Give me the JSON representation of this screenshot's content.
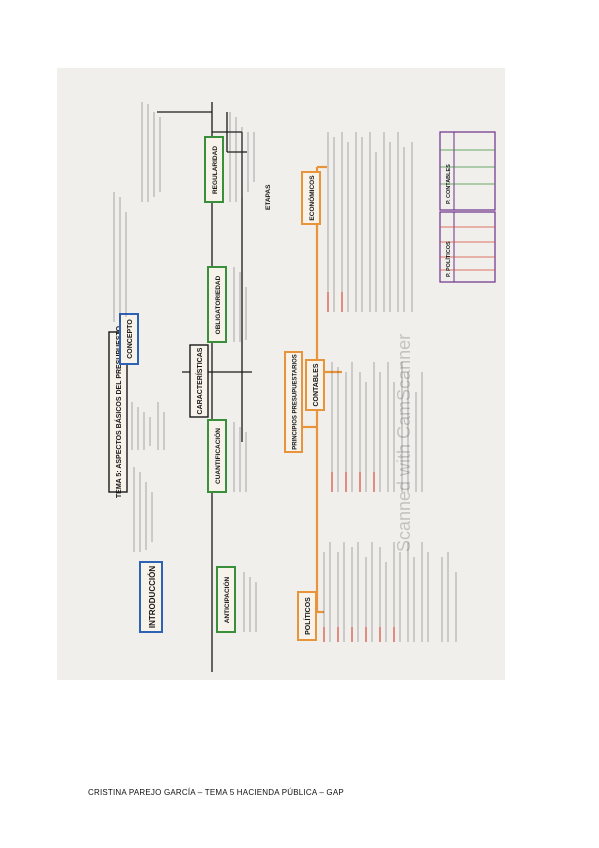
{
  "document": {
    "footer": "CRISTINA PAREJO GARCÍA – TEMA 5 HACIENDA PÚBLICA – GAP"
  },
  "map": {
    "title": "TEMA 5: ASPECTOS BÁSICOS DEL PRESUPUESTO",
    "concepto": "CONCEPTO",
    "caracteristicas": "CARACTERÍSTICAS",
    "introduccion": "INTRODUCCIÓN",
    "anticipacion": "ANTICIPACIÓN",
    "cuantificacion": "CUANTIFICACIÓN",
    "obligatoriedad": "OBLIGATORIEDAD",
    "regularidad": "REGULARIDAD",
    "principios": "PRINCIPIOS PRESUPUESTARIOS",
    "politicos": "POLÍTICOS",
    "contables": "CONTABLES",
    "economicos": "ECONÓMICOS",
    "etapas": "ETAPAS",
    "p_politicos": "P. POLÍTICOS",
    "p_contables": "P. CONTABLES",
    "watermark": "Scanned with CamScanner"
  }
}
